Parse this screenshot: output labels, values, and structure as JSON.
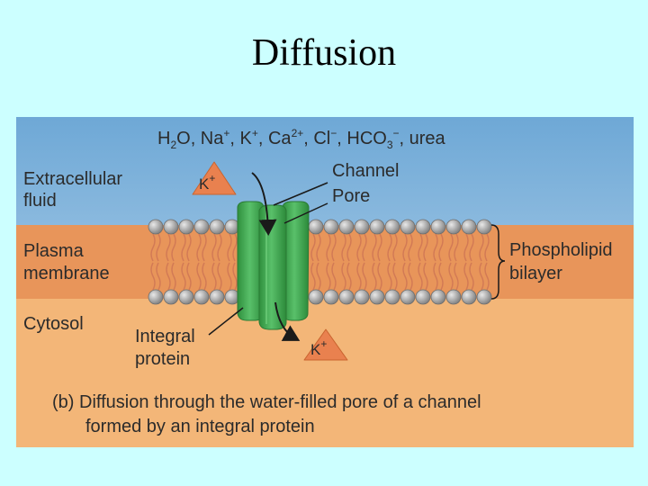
{
  "slide": {
    "title": "Diffusion"
  },
  "figure": {
    "ions_line": {
      "h": "H",
      "two": "2",
      "a": "O, Na",
      "plus1": "+",
      "b": ", K",
      "plus2": "+",
      "c": ", Ca",
      "ca_charge": "2+",
      "d": ", Cl",
      "minus1": "−",
      "e": ", HCO",
      "three": "3",
      "minus2": "−",
      "f": ", urea"
    },
    "labels": {
      "extracellular_1": "Extracellular",
      "extracellular_2": "fluid",
      "plasma_1": "Plasma",
      "plasma_2": "membrane",
      "cytosol": "Cytosol",
      "channel": "Channel",
      "pore": "Pore",
      "phospholipid_1": "Phospholipid",
      "phospholipid_2": "bilayer",
      "integral_1": "Integral",
      "integral_2": "protein"
    },
    "ion_badge": {
      "symbol": "K",
      "charge": "+"
    },
    "caption": {
      "line1": "(b) Diffusion through the water-filled pore of a channel",
      "line2": "formed by an integral protein"
    },
    "colors": {
      "extracellular": "#72aed8",
      "membrane": "#e7955a",
      "cytosol": "#f4b577",
      "channel_protein": "#3aa64a",
      "head": "#a9a9a9",
      "ion_badge": "#e9814f"
    }
  }
}
